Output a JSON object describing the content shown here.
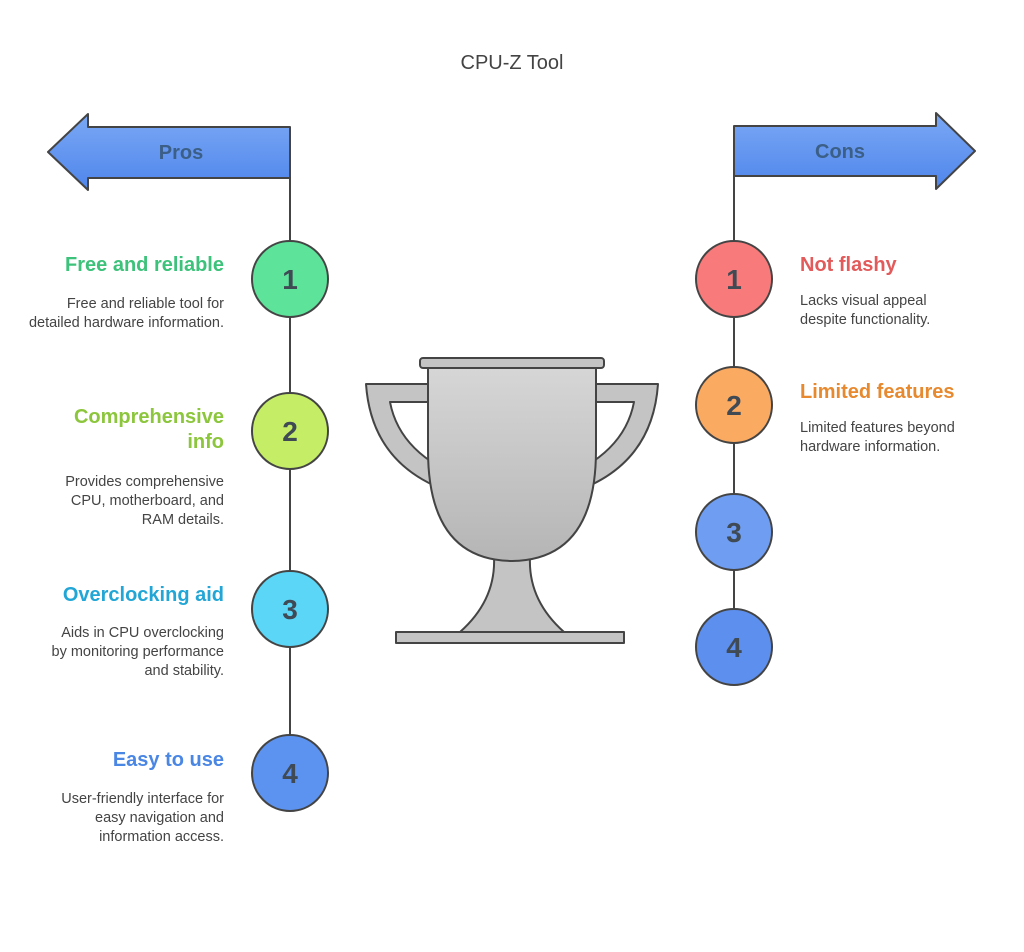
{
  "title": "CPU-Z Tool",
  "pros": {
    "label": "Pros",
    "items": [
      {
        "number": "1",
        "heading": "Free and reliable",
        "description": "Free and reliable tool for detailed hardware information.",
        "color": "#5EE39B",
        "text_color": "#3CC27A"
      },
      {
        "number": "2",
        "heading": "Comprehensive info",
        "description": "Provides comprehensive CPU, motherboard, and RAM details.",
        "color": "#C5EE66",
        "text_color": "#8CC63C"
      },
      {
        "number": "3",
        "heading": "Overclocking aid",
        "description": "Aids in CPU overclocking by monitoring performance and stability.",
        "color": "#5BD6F7",
        "text_color": "#22A6D6"
      },
      {
        "number": "4",
        "heading": "Easy to use",
        "description": "User-friendly interface for easy navigation and information access.",
        "color": "#5D93F0",
        "text_color": "#4A86E4"
      }
    ]
  },
  "cons": {
    "label": "Cons",
    "items": [
      {
        "number": "1",
        "heading": "Not flashy",
        "description": "Lacks visual appeal despite functionality.",
        "color": "#F87A7A",
        "text_color": "#E25A5A"
      },
      {
        "number": "2",
        "heading": "Limited features",
        "description": "Limited features beyond hardware information.",
        "color": "#FBAA62",
        "text_color": "#E7892F"
      },
      {
        "number": "3",
        "heading": "",
        "description": "",
        "color": "#6E9DF2",
        "text_color": "#4A86E4"
      },
      {
        "number": "4",
        "heading": "",
        "description": "",
        "color": "#5D8FEE",
        "text_color": "#4A86E4"
      }
    ]
  },
  "colors": {
    "arrow_fill": "#5B8FEF",
    "arrow_text": "#3B5F86",
    "number_text": "#3F4A55",
    "trophy_fill": "#C4C4C4",
    "outline": "#444444"
  },
  "icons": [
    "trophy-icon",
    "left-arrow-icon",
    "right-arrow-icon"
  ]
}
